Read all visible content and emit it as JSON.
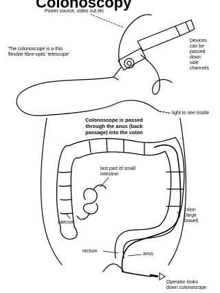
{
  "title": "Colonoscopy",
  "labels": {
    "power_source": "Power source, video out etc",
    "colonoscope_desc": "The colonoscope is a thin\nflexible fibre-optic 'telescope'",
    "devices": "Devices\ncan be\npassed\ndown\nside\nchannels",
    "light": "light to see inside",
    "passed": "Colonoscope is passed\nthrough the anus (back\npassage) into the colon",
    "small_intestine": "last part of small\nintestine",
    "colon": "colon\n(large\nbowel)",
    "caecum": "caecum",
    "rectum": "rectum",
    "anus": "anus",
    "operator": "Operator looks\ndown colonoscope"
  }
}
